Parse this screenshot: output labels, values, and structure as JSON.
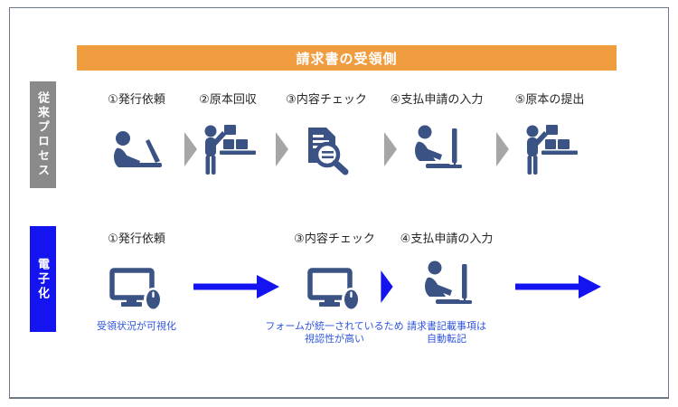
{
  "banner": {
    "title": "請求書の受領側"
  },
  "rows": [
    {
      "label": "従来プロセス",
      "steps": [
        {
          "label": "①発行依頼",
          "icon": "person-laptop-icon"
        },
        {
          "label": "②原本回収",
          "icon": "person-shelf-boxes-icon"
        },
        {
          "label": "③内容チェック",
          "icon": "document-magnifier-icon"
        },
        {
          "label": "④支払申請の入力",
          "icon": "person-desktop-icon"
        },
        {
          "label": "⑤原本の提出",
          "icon": "person-shelf-boxes-icon"
        }
      ]
    },
    {
      "label": "電子化",
      "steps": [
        {
          "label": "①発行依頼",
          "icon": "monitor-mouse-icon",
          "note_lines": [
            "受領状況が可視化"
          ]
        },
        {
          "label": "③内容チェック",
          "icon": "monitor-mouse-icon",
          "note_lines": [
            "フォームが統一されているため",
            "視認性が高い"
          ]
        },
        {
          "label": "④支払申請の入力",
          "icon": "person-desktop-icon",
          "note_lines": [
            "請求書記載事項は",
            "自動転記"
          ]
        }
      ]
    }
  ],
  "colors": {
    "banner_bg": "#EF9D3F",
    "row1_label_bg": "#8A8A8A",
    "row2_label_bg": "#1414F0",
    "icon_navy": "#3B5284",
    "chevron_gray": "#A6A6A6",
    "arrow_blue": "#1414F0",
    "note_text": "#2F55DD",
    "step_text": "#262626",
    "frame_border": "#6E7787"
  }
}
